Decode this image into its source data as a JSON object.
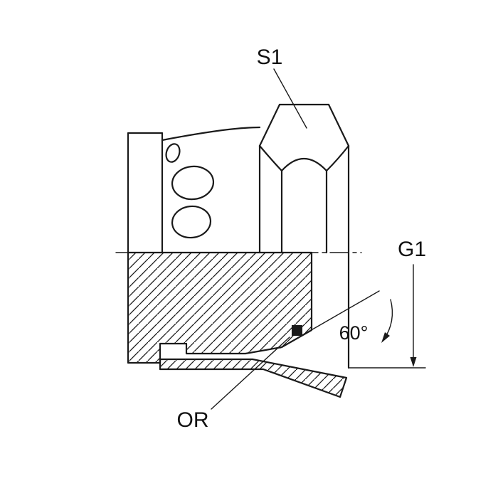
{
  "figure": {
    "labels": {
      "s1": "S1",
      "g1": "G1",
      "angle": "60°",
      "or": "OR"
    }
  },
  "colors": {
    "line": "#1a1a1a",
    "background": "#ffffff",
    "oring_fill": "#1a1a1a"
  }
}
